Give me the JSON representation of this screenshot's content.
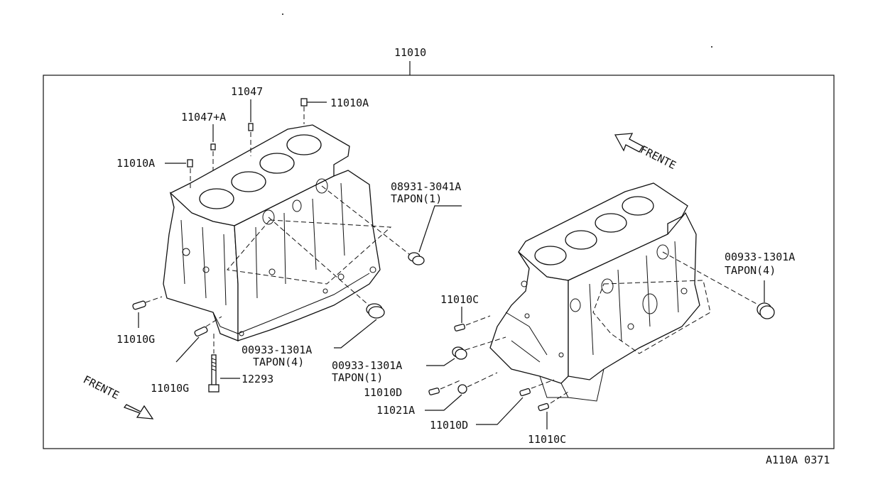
{
  "labels": {
    "main": "11010",
    "l_11047": "11047",
    "l_11047a": "11047+A",
    "l_11010a_top": "11010A",
    "l_11010a_left": "11010A",
    "l_08931": "08931-3041A",
    "l_tapon1_a": "TAPΟN(1)",
    "l_frente_right": "FRENTE",
    "l_00933_right": "00933-1301A",
    "l_tapon4_right": "TAPΟN(4)",
    "l_11010c_upper": "11010C",
    "l_11010g_1": "11010G",
    "l_00933_mid": "00933-1301A",
    "l_tapon4_mid": "TAPΟN(4)",
    "l_00933_low": "00933-1301A",
    "l_tapon1_low": "TAPΟN(1)",
    "l_11010g_2": "11010G",
    "l_12293": "12293",
    "l_frente_left": "FRENTE",
    "l_11010d_1": "11010D",
    "l_11021a": "11021A",
    "l_11010d_2": "11010D",
    "l_11010c_lower": "11010C",
    "ref_code": "A110A 0371"
  }
}
